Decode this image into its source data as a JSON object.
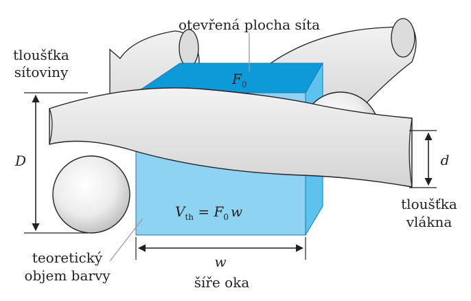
{
  "labels": {
    "open_area": "otevřená plocha síta",
    "fabric_thickness_line1": "tloušťka",
    "fabric_thickness_line2": "sítoviny",
    "fabric_thickness_symbol": "D",
    "open_area_symbol": "F",
    "open_area_subscript": "0",
    "volume_formula_v": "V",
    "volume_formula_sub": "th",
    "volume_formula_eq": " = ",
    "volume_formula_f": "F",
    "volume_formula_f_sub": "0",
    "volume_formula_w": "w",
    "thread_diameter_symbol": "d",
    "thread_thickness_line1": "tloušťka",
    "thread_thickness_line2": "vlákna",
    "paint_volume_line1": "teoretický",
    "paint_volume_line2": "objem barvy",
    "mesh_opening_symbol": "w",
    "mesh_opening_label": "šíře oka"
  },
  "colors": {
    "box_top": "#0e9ad9",
    "box_front": "#8fd3f2",
    "box_side": "#5ec2ee",
    "thread_fill": "#e6e6e6",
    "thread_stroke": "#231f20",
    "leader_line": "#9a9a9a"
  }
}
